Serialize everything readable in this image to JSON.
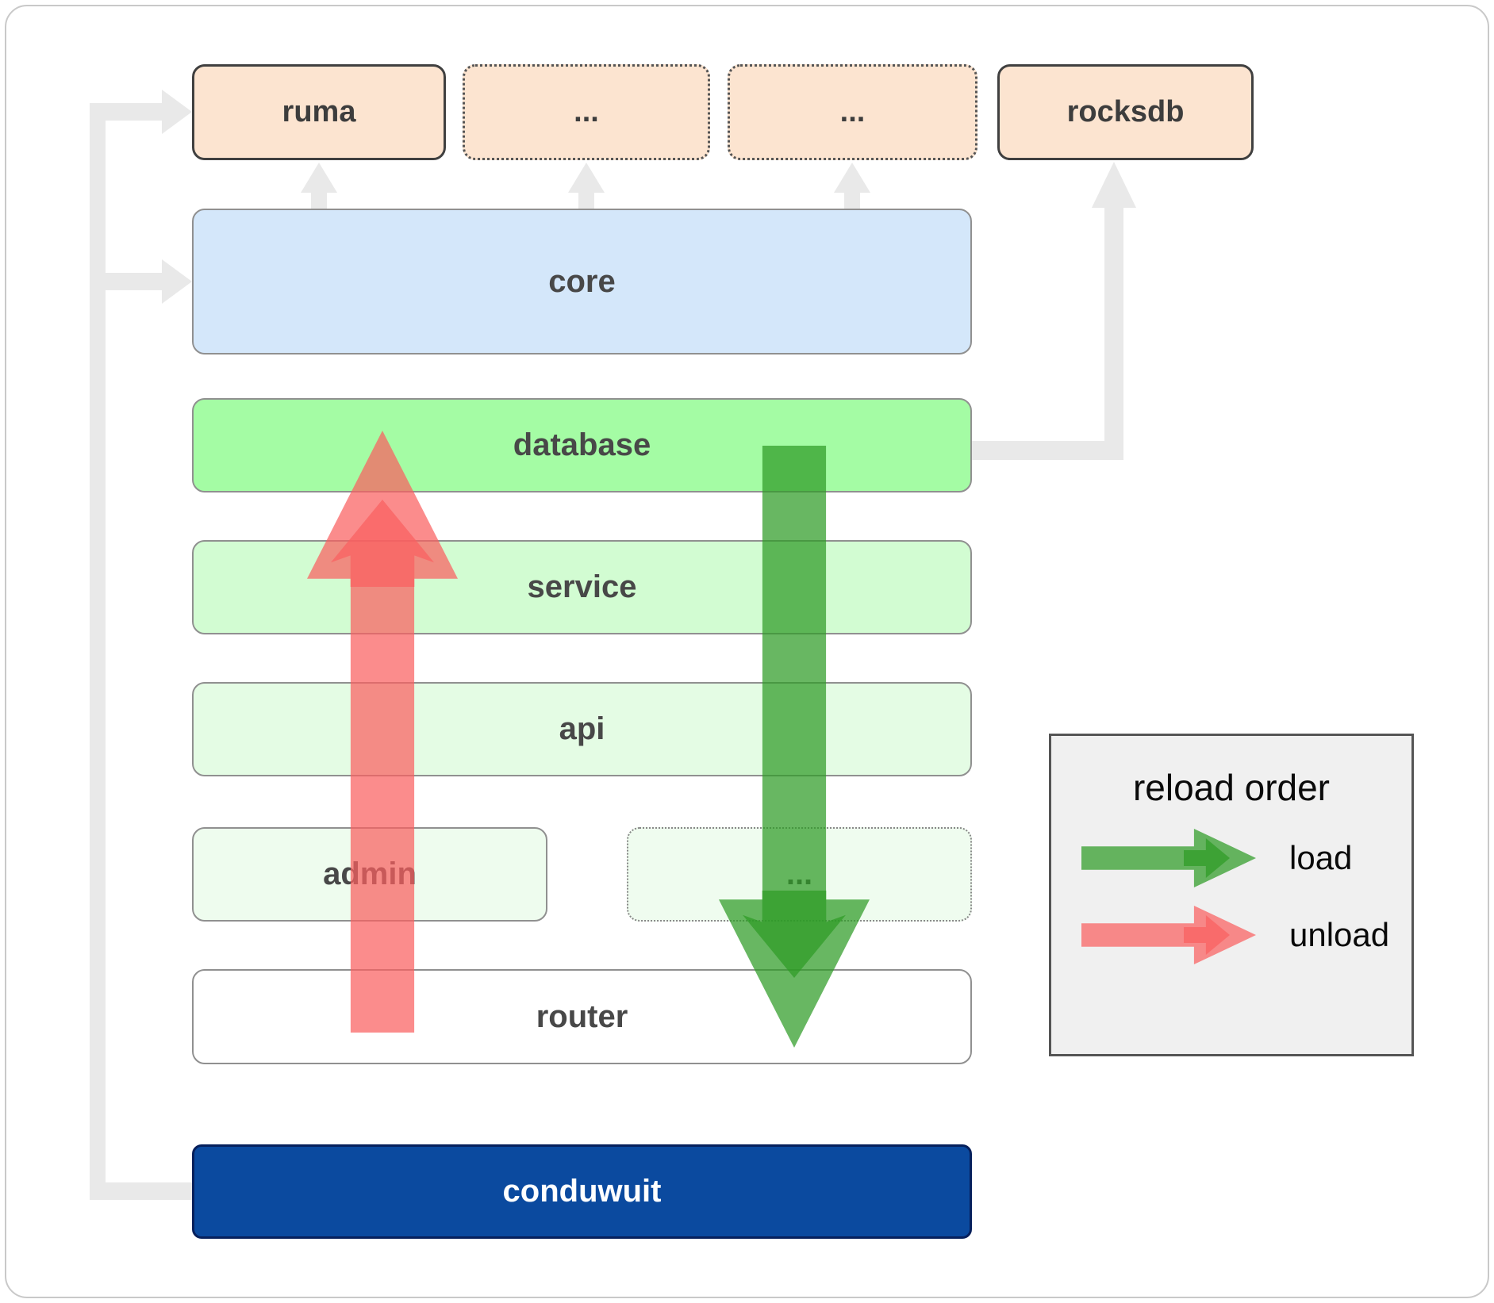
{
  "diagram": {
    "top_row": [
      {
        "label": "ruma",
        "border": "solid"
      },
      {
        "label": "...",
        "border": "dotted"
      },
      {
        "label": "...",
        "border": "dotted"
      },
      {
        "label": "rocksdb",
        "border": "solid"
      }
    ],
    "layers": [
      {
        "label": "core"
      },
      {
        "label": "database"
      },
      {
        "label": "service"
      },
      {
        "label": "api"
      }
    ],
    "admin_row": {
      "admin_label": "admin",
      "more_label": "..."
    },
    "router_label": "router",
    "app_label": "conduwuit"
  },
  "legend": {
    "title": "reload order",
    "items": [
      {
        "label": "load",
        "color": "#2e9b26"
      },
      {
        "label": "unload",
        "color": "#f95f5f"
      }
    ]
  },
  "colors": {
    "peach_fill": "#fce4d0",
    "core_fill": "#d4e7fa",
    "database_fill": "#a4fca4",
    "service_fill": "#d2fcd2",
    "api_fill": "#e4fce4",
    "admin_fill": "#eefcee",
    "router_fill": "#ffffff",
    "app_fill": "#0b4a9f",
    "connector_gray": "#e9e9e9",
    "load_green": "rgba(46,155,38,0.72)",
    "unload_red": "rgba(249,95,95,0.72)",
    "legend_bg": "#f0f0f0"
  }
}
